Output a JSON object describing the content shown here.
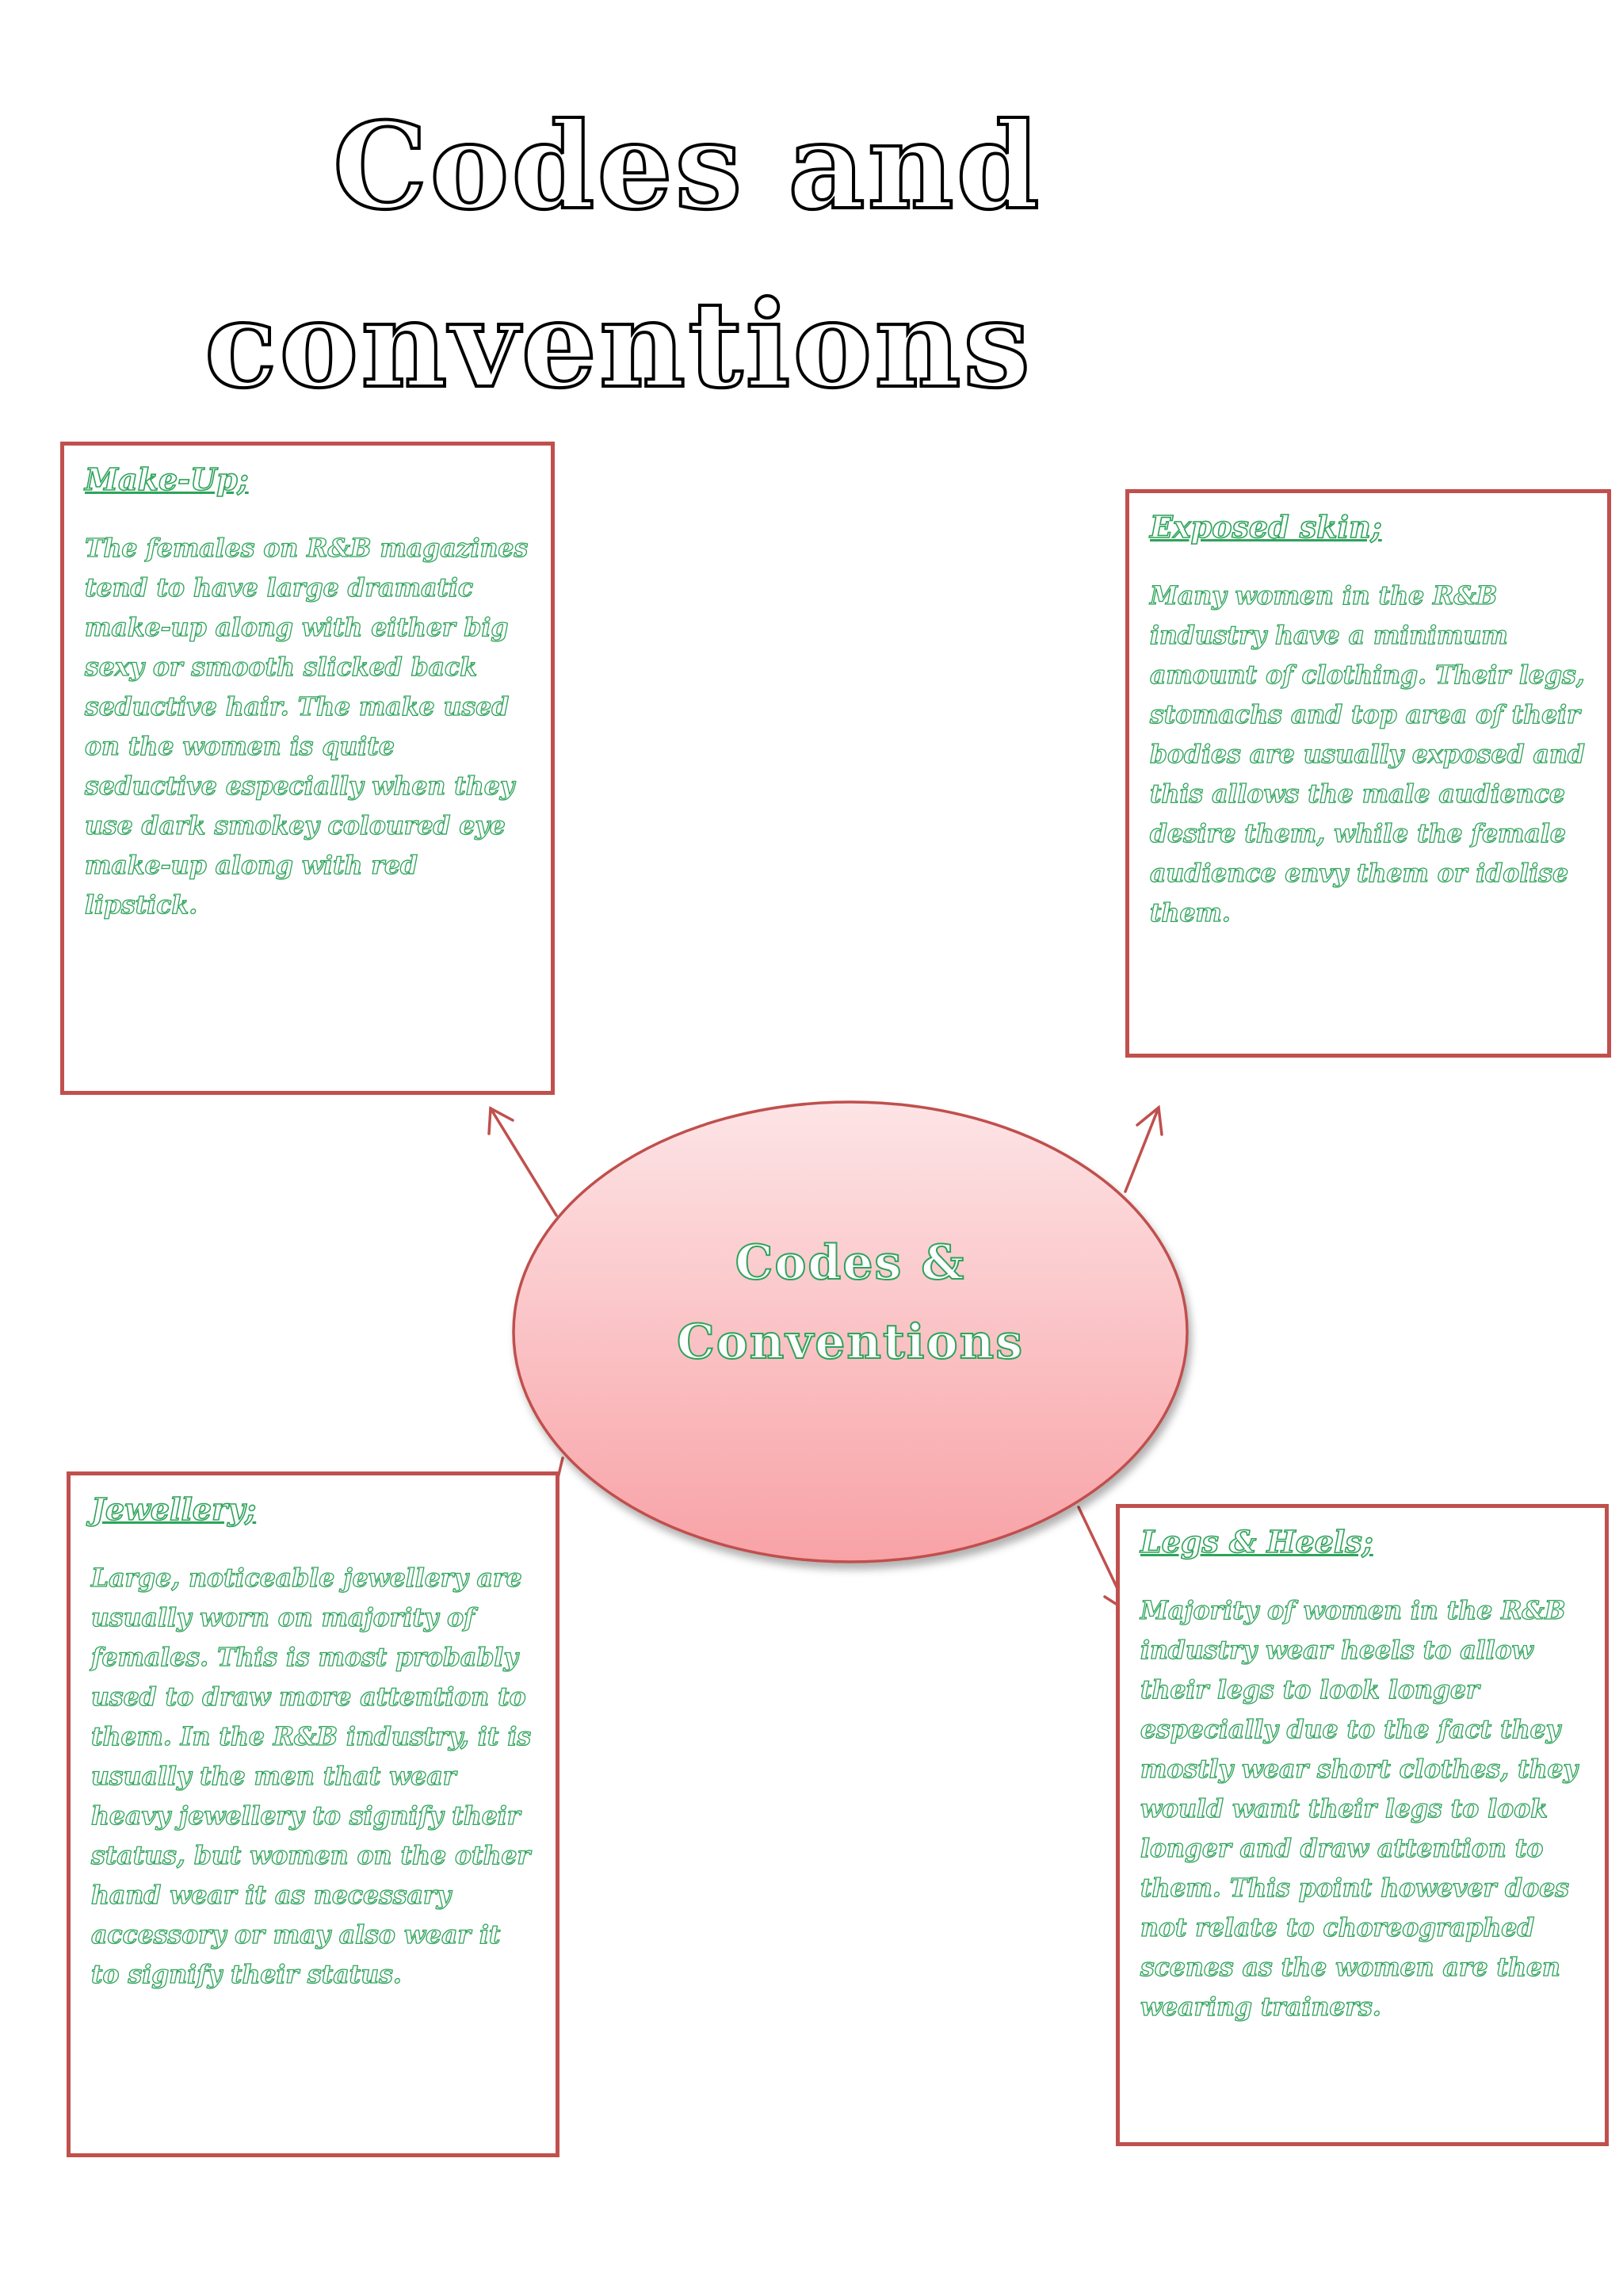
{
  "page": {
    "title_line_1": "Codes and",
    "title_line_2": "conventions"
  },
  "center": {
    "line_1": "Codes &",
    "line_2": "Conventions"
  },
  "boxes": {
    "makeup": {
      "heading": "Make-Up;",
      "body": "The females on R&B magazines tend to have large dramatic make-up along with either big sexy or smooth slicked back seductive hair.  The make used on the women is quite seductive especially when they use dark smokey coloured eye make-up along with red lipstick."
    },
    "exposed_skin": {
      "heading": "Exposed skin;",
      "body": "Many women in the R&B industry have a minimum amount of clothing. Their legs, stomachs and top area of their bodies are usually exposed and this allows the male audience desire them, while the female audience envy them or idolise them."
    },
    "jewellery": {
      "heading": "Jewellery;",
      "body": "Large, noticeable jewellery are usually worn on majority of females. This is most probably used to draw more attention to them.  In the R&B industry, it is usually the men that wear heavy jewellery to signify their status, but women on the other hand wear it as necessary accessory or may also wear it to signify their status."
    },
    "legs_heels": {
      "heading": "Legs & Heels;",
      "body": "Majority of women in the R&B industry wear heels to allow their legs to look longer especially due to the fact they mostly wear short clothes, they would want their legs to look longer and draw attention to them. This point however does not relate to choreographed scenes as the women are then wearing trainers."
    }
  },
  "colors": {
    "box_border": "#c0504d",
    "text_green": "#2ea35a",
    "ellipse_top": "#fde4e6",
    "ellipse_bottom": "#f8a2a6",
    "title_outline": "#000000"
  }
}
